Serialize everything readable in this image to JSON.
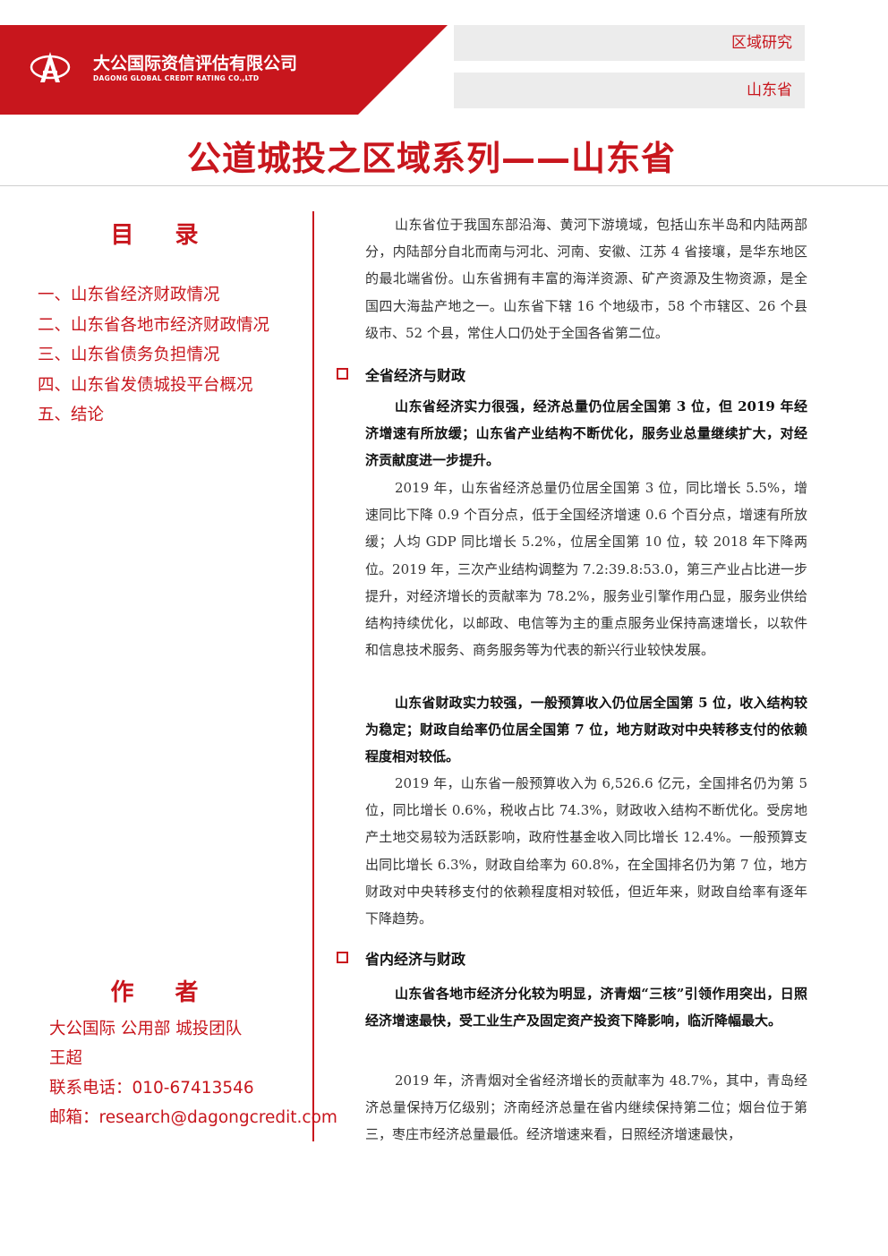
{
  "header": {
    "company_cn": "大公国际资信评估有限公司",
    "company_en": "DAGONG GLOBAL CREDIT RATING CO.,LTD",
    "tag_category": "区域研究",
    "tag_region": "山东省",
    "brand_color": "#c8161d"
  },
  "title": "公道城投之区域系列——山东省",
  "toc": {
    "heading": "目录",
    "items": [
      "一、山东省经济财政情况",
      "二、山东省各地市经济财政情况",
      "三、山东省债务负担情况",
      "四、山东省发债城投平台概况",
      "五、结论"
    ]
  },
  "author": {
    "heading": "作者",
    "org": "大公国际  公用部  城投团队",
    "name": "王超",
    "phone": "联系电话：010-67413546",
    "email": "邮箱：research@dagongcredit.com"
  },
  "body": {
    "intro": "山东省位于我国东部沿海、黄河下游境域，包括山东半岛和内陆两部分，内陆部分自北而南与河北、河南、安徽、江苏 4 省接壤，是华东地区的最北端省份。山东省拥有丰富的海洋资源、矿产资源及生物资源，是全国四大海盐产地之一。山东省下辖 16 个地级市，58 个市辖区、26 个县级市、52 个县，常住人口仍处于全国各省第二位。",
    "section1": "全省经济与财政",
    "lead1": "山东省经济实力很强，经济总量仍位居全国第 3 位，但 2019 年经济增速有所放缓；山东省产业结构不断优化，服务业总量继续扩大，对经济贡献度进一步提升。",
    "para1": "2019 年，山东省经济总量仍位居全国第 3 位，同比增长 5.5%，增速同比下降 0.9 个百分点，低于全国经济增速 0.6 个百分点，增速有所放缓；人均 GDP 同比增长 5.2%，位居全国第 10 位，较 2018 年下降两位。2019 年，三次产业结构调整为 7.2:39.8:53.0，第三产业占比进一步提升，对经济增长的贡献率为 78.2%，服务业引擎作用凸显，服务业供给结构持续优化，以邮政、电信等为主的重点服务业保持高速增长，以软件和信息技术服务、商务服务等为代表的新兴行业较快发展。",
    "lead2": "山东省财政实力较强，一般预算收入仍位居全国第 5 位，收入结构较为稳定；财政自给率仍位居全国第 7 位，地方财政对中央转移支付的依赖程度相对较低。",
    "para2": "2019 年，山东省一般预算收入为 6,526.6 亿元，全国排名仍为第 5 位，同比增长 0.6%，税收占比 74.3%，财政收入结构不断优化。受房地产土地交易较为活跃影响，政府性基金收入同比增长 12.4%。一般预算支出同比增长 6.3%，财政自给率为 60.8%，在全国排名仍为第 7 位，地方财政对中央转移支付的依赖程度相对较低，但近年来，财政自给率有逐年下降趋势。",
    "section2": "省内经济与财政",
    "lead3": "山东省各地市经济分化较为明显，济青烟“三核”引领作用突出，日照经济增速最快，受工业生产及固定资产投资下降影响，临沂降幅最大。",
    "para3": "2019 年，济青烟对全省经济增长的贡献率为 48.7%，其中，青岛经济总量保持万亿级别；济南经济总量在省内继续保持第二位；烟台位于第三，枣庄市经济总量最低。经济增速来看，日照经济增速最快，"
  }
}
